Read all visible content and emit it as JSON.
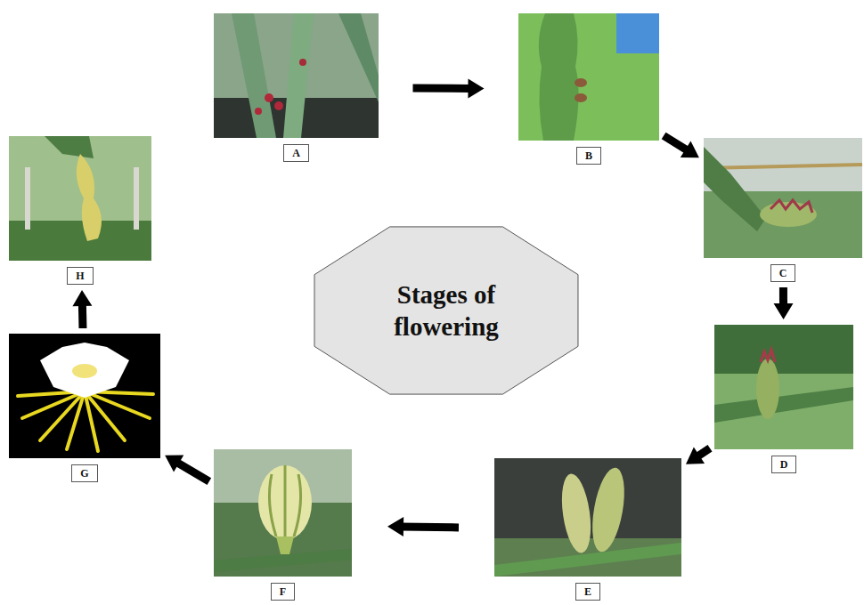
{
  "diagram": {
    "nodes": [
      {
        "text": [
          "A"
        ]
      },
      {
        "text": [
          "B"
        ]
      },
      {
        "text": [
          "C"
        ]
      },
      {
        "text": [
          "D"
        ]
      },
      {
        "text": [
          "E"
        ]
      },
      {
        "text": [
          "F"
        ]
      },
      {
        "text": [
          "G"
        ]
      },
      {
        "text": [
          "H"
        ]
      },
      {
        "text": [
          "Stages of flowering"
        ]
      }
    ],
    "edges": [
      {
        "from": 0,
        "to": 1,
        "arrow": "to"
      },
      {
        "from": 1,
        "to": 2,
        "arrow": "to"
      },
      {
        "from": 2,
        "to": 3,
        "arrow": "to"
      },
      {
        "from": 3,
        "to": 4,
        "arrow": "to"
      },
      {
        "from": 4,
        "to": 5,
        "arrow": "to"
      },
      {
        "from": 5,
        "to": 6,
        "arrow": "to"
      },
      {
        "from": 6,
        "to": 7,
        "arrow": "to"
      }
    ]
  }
}
